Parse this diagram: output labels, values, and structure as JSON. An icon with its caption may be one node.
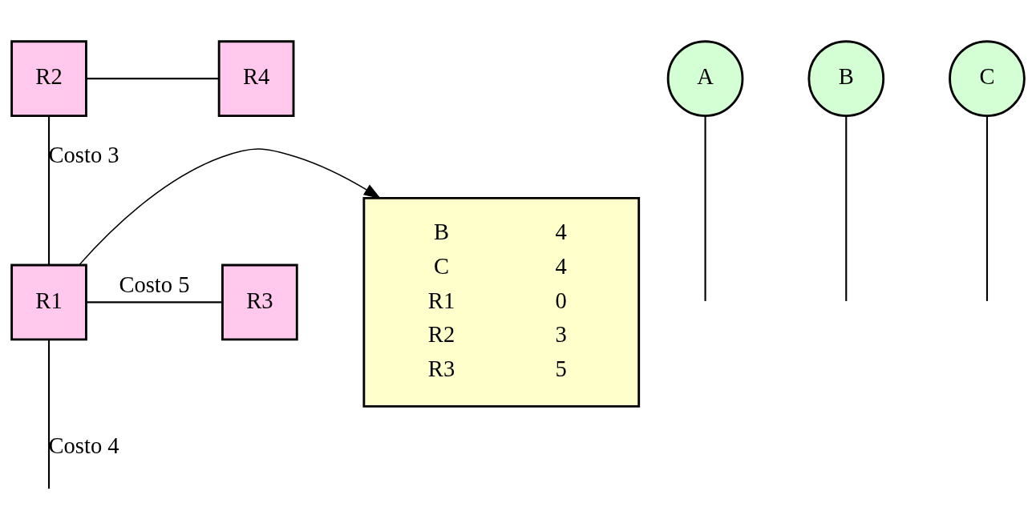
{
  "diagram": {
    "nodes": [
      {
        "text": [
          "B",
          "4",
          "C",
          "4",
          "R1",
          "0",
          "R2",
          "3",
          "R3",
          "5"
        ]
      },
      {
        "text": [
          "R2"
        ]
      },
      {
        "text": [
          "R4"
        ]
      },
      {
        "text": [
          "R1"
        ]
      },
      {
        "text": [
          "R3"
        ]
      },
      {
        "text": [
          "A"
        ]
      },
      {
        "text": [
          "B"
        ]
      },
      {
        "text": [
          "C"
        ]
      }
    ],
    "edges": [
      {
        "from": 1,
        "to": 2,
        "arrow": "none"
      },
      {
        "from": 1,
        "to": 3,
        "arrow": "none",
        "label": "Costo 3"
      },
      {
        "from": 3,
        "to": 4,
        "arrow": "none",
        "label": "Costo 5"
      },
      {
        "from": 3,
        "to": null,
        "arrow": "none",
        "label": "Costo 4"
      },
      {
        "from": 5,
        "to": null,
        "arrow": "none"
      },
      {
        "from": 6,
        "to": null,
        "arrow": "none"
      },
      {
        "from": 7,
        "to": null,
        "arrow": "none"
      },
      {
        "from": 3,
        "to": 0,
        "arrow": "to"
      }
    ]
  }
}
